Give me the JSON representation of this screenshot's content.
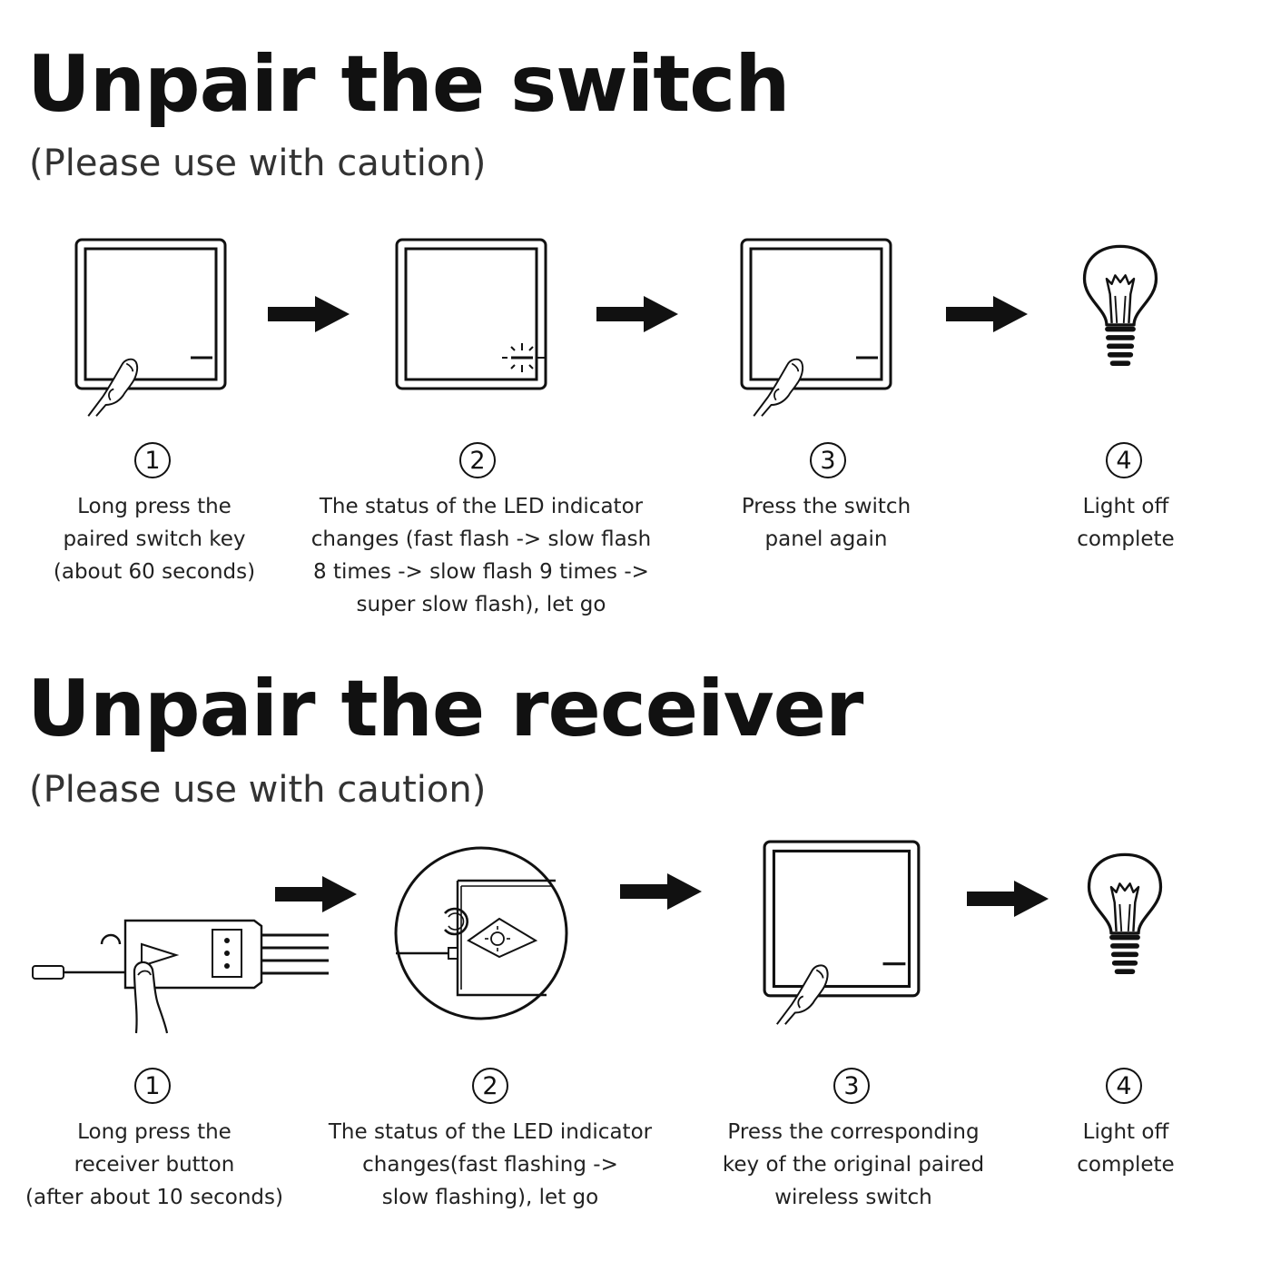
{
  "section1": {
    "title": "Unpair the switch",
    "subtitle": "(Please use with caution)",
    "steps": [
      {
        "number": "1",
        "caption": "Long press the\npaired switch key\n(about 60 seconds)",
        "icon": "switch-press-icon"
      },
      {
        "number": "2",
        "caption": "The status of the LED indicator\nchanges (fast flash -> slow flash\n8 times -> slow flash 9 times ->\nsuper slow flash), let go",
        "icon": "switch-led-flash-icon"
      },
      {
        "number": "3",
        "caption": "Press the switch\npanel again",
        "icon": "switch-press-icon"
      },
      {
        "number": "4",
        "caption": "Light off\ncomplete",
        "icon": "light-bulb-icon"
      }
    ]
  },
  "section2": {
    "title": "Unpair the receiver",
    "subtitle": "(Please use with caution)",
    "steps": [
      {
        "number": "1",
        "caption": "Long press the\nreceiver button\n(after about 10 seconds)",
        "icon": "receiver-press-icon"
      },
      {
        "number": "2",
        "caption": "The status of the LED indicator\nchanges(fast flashing ->\nslow flashing), let go",
        "icon": "receiver-led-zoom-icon"
      },
      {
        "number": "3",
        "caption": "Press the corresponding\nkey of the original paired\nwireless switch",
        "icon": "switch-press-icon"
      },
      {
        "number": "4",
        "caption": "Light off\ncomplete",
        "icon": "light-bulb-icon"
      }
    ]
  }
}
